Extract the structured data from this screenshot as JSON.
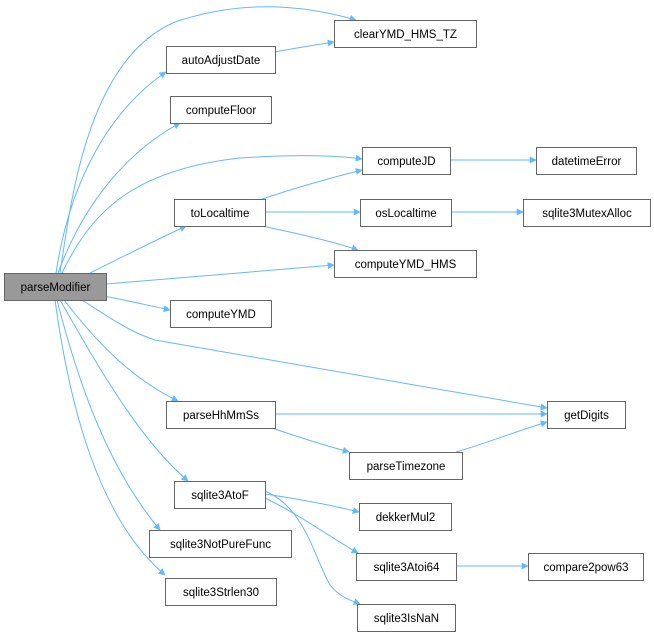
{
  "diagram": {
    "type": "call-graph",
    "colors": {
      "edge": "#63b8ff",
      "node_border": "#666666",
      "node_fill": "#ffffff",
      "root_fill": "#999999",
      "text": "#000000"
    },
    "nodes": [
      {
        "id": "parseModifier",
        "label": "parseModifier",
        "root": true
      },
      {
        "id": "clearYMD_HMS_TZ",
        "label": "clearYMD_HMS_TZ"
      },
      {
        "id": "autoAdjustDate",
        "label": "autoAdjustDate"
      },
      {
        "id": "computeFloor",
        "label": "computeFloor"
      },
      {
        "id": "computeJD",
        "label": "computeJD"
      },
      {
        "id": "datetimeError",
        "label": "datetimeError"
      },
      {
        "id": "toLocaltime",
        "label": "toLocaltime"
      },
      {
        "id": "osLocaltime",
        "label": "osLocaltime"
      },
      {
        "id": "sqlite3MutexAlloc",
        "label": "sqlite3MutexAlloc"
      },
      {
        "id": "computeYMD_HMS",
        "label": "computeYMD_HMS"
      },
      {
        "id": "computeYMD",
        "label": "computeYMD"
      },
      {
        "id": "parseHhMmSs",
        "label": "parseHhMmSs"
      },
      {
        "id": "getDigits",
        "label": "getDigits"
      },
      {
        "id": "parseTimezone",
        "label": "parseTimezone"
      },
      {
        "id": "sqlite3AtoF",
        "label": "sqlite3AtoF"
      },
      {
        "id": "dekkerMul2",
        "label": "dekkerMul2"
      },
      {
        "id": "sqlite3Atoi64",
        "label": "sqlite3Atoi64"
      },
      {
        "id": "compare2pow63",
        "label": "compare2pow63"
      },
      {
        "id": "sqlite3IsNaN",
        "label": "sqlite3IsNaN"
      },
      {
        "id": "sqlite3NotPureFunc",
        "label": "sqlite3NotPureFunc"
      },
      {
        "id": "sqlite3Strlen30",
        "label": "sqlite3Strlen30"
      }
    ],
    "edges": [
      {
        "from": "parseModifier",
        "to": "clearYMD_HMS_TZ"
      },
      {
        "from": "parseModifier",
        "to": "autoAdjustDate"
      },
      {
        "from": "autoAdjustDate",
        "to": "clearYMD_HMS_TZ"
      },
      {
        "from": "parseModifier",
        "to": "computeFloor"
      },
      {
        "from": "parseModifier",
        "to": "computeJD"
      },
      {
        "from": "computeJD",
        "to": "datetimeError"
      },
      {
        "from": "parseModifier",
        "to": "toLocaltime"
      },
      {
        "from": "toLocaltime",
        "to": "computeJD"
      },
      {
        "from": "toLocaltime",
        "to": "osLocaltime"
      },
      {
        "from": "osLocaltime",
        "to": "sqlite3MutexAlloc"
      },
      {
        "from": "toLocaltime",
        "to": "computeYMD_HMS"
      },
      {
        "from": "parseModifier",
        "to": "computeYMD_HMS"
      },
      {
        "from": "parseModifier",
        "to": "computeYMD"
      },
      {
        "from": "parseModifier",
        "to": "getDigits"
      },
      {
        "from": "parseModifier",
        "to": "parseHhMmSs"
      },
      {
        "from": "parseHhMmSs",
        "to": "getDigits"
      },
      {
        "from": "parseHhMmSs",
        "to": "parseTimezone"
      },
      {
        "from": "parseTimezone",
        "to": "getDigits"
      },
      {
        "from": "parseModifier",
        "to": "sqlite3AtoF"
      },
      {
        "from": "sqlite3AtoF",
        "to": "dekkerMul2"
      },
      {
        "from": "sqlite3AtoF",
        "to": "sqlite3Atoi64"
      },
      {
        "from": "sqlite3Atoi64",
        "to": "compare2pow63"
      },
      {
        "from": "sqlite3AtoF",
        "to": "sqlite3IsNaN"
      },
      {
        "from": "parseModifier",
        "to": "sqlite3NotPureFunc"
      },
      {
        "from": "parseModifier",
        "to": "sqlite3Strlen30"
      }
    ]
  }
}
